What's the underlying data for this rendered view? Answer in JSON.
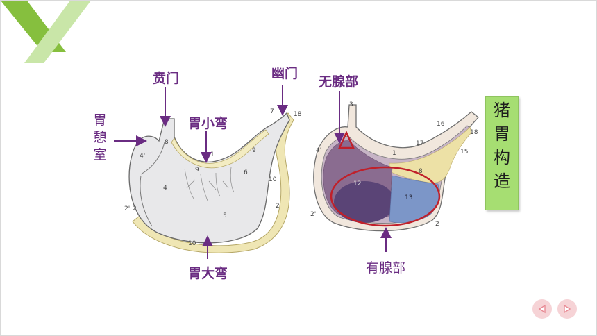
{
  "slide": {
    "title_chars": [
      "猪",
      "胃",
      "构",
      "造"
    ],
    "left_figure": {
      "labels": {
        "cardia": "贲门",
        "pylorus": "幽门",
        "lesser_curvature": "胃小弯",
        "greater_curvature": "胃大弯",
        "diverticulum_chars": [
          "胃",
          "憩",
          "室"
        ]
      },
      "numbers": [
        "8",
        "4'",
        "9",
        "4",
        "6",
        "5",
        "10",
        "2",
        "2'",
        "1",
        "7",
        "9",
        "10",
        "2",
        "18"
      ]
    },
    "right_figure": {
      "labels": {
        "aglandular": "无腺部",
        "glandular": "有腺部"
      },
      "numbers": [
        "3",
        "4'",
        "1",
        "17",
        "16",
        "18",
        "15",
        "12",
        "13",
        "8",
        "2'",
        "2"
      ]
    },
    "nav": {
      "prev_icon": "triangle-left-icon",
      "next_icon": "triangle-right-icon"
    },
    "colors": {
      "label_purple": "#6a2c82",
      "title_green": "#a6de72",
      "marker_red": "#c0202a",
      "nav_pink": "#f6d3d6",
      "nav_arrow": "#e88a94",
      "deco_green": "#86bf3e"
    }
  }
}
